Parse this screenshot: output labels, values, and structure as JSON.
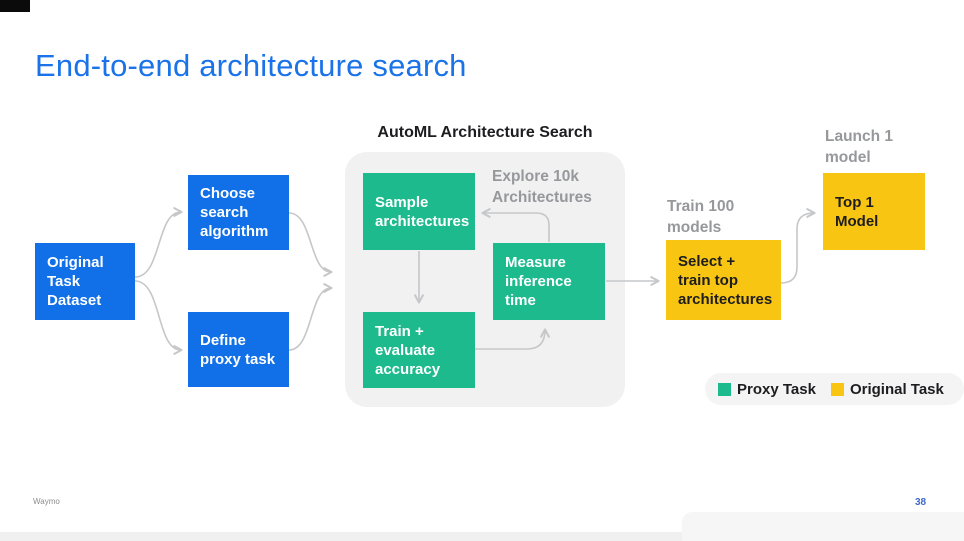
{
  "slide": {
    "title": "End-to-end architecture search",
    "brand": "Waymo",
    "page_number": "38"
  },
  "diagram": {
    "container_label": "AutoML Architecture Search",
    "nodes": {
      "original_task": {
        "label": "Original\nTask\nDataset"
      },
      "choose_search": {
        "label": "Choose\nsearch\nalgorithm"
      },
      "define_proxy": {
        "label": "Define\nproxy task"
      },
      "sample_architectures": {
        "label": "Sample\narchitectures"
      },
      "measure_inference": {
        "label": "Measure\ninference\ntime"
      },
      "train_evaluate": {
        "label": "Train +\nevaluate\naccuracy"
      },
      "select_train": {
        "label": "Select +\ntrain top\narchitectures"
      },
      "top_model": {
        "label": "Top 1 Model"
      }
    },
    "annotations": {
      "explore": "Explore 10k\nArchitectures",
      "train_100": "Train 100\nmodels",
      "launch_1": "Launch 1\nmodel"
    }
  },
  "legend": {
    "items": [
      {
        "label": "Proxy Task",
        "color": "#1cba8d"
      },
      {
        "label": "Original Task",
        "color": "#f9c513"
      }
    ]
  },
  "colors": {
    "title_text": "#1a73e8",
    "input_box": "#1170e8",
    "proxy_box": "#1cba8d",
    "original_box": "#f9c513",
    "container_bg": "#f1f1f2",
    "annotation_text": "#96989c",
    "arrow": "#c6c7c9"
  }
}
